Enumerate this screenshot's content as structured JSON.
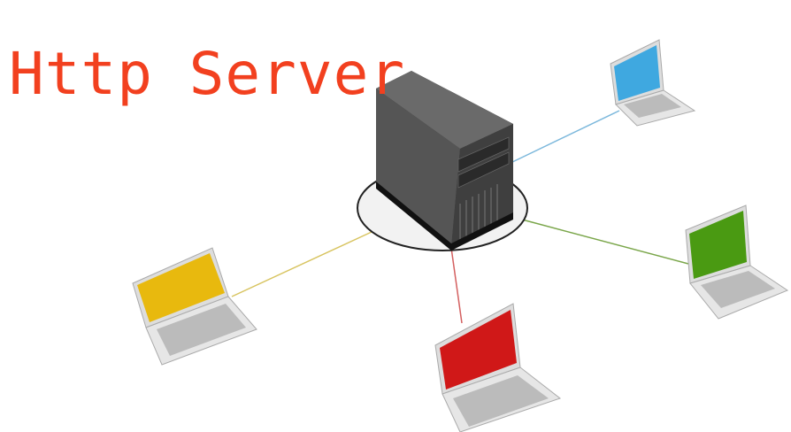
{
  "title": "Http Server",
  "colors": {
    "title": "#f2401f",
    "server": "#4a4a4a",
    "blue": "#3fa8e0",
    "green": "#4a9a12",
    "red": "#d01818",
    "yellow": "#e8b90e"
  },
  "laptops": [
    {
      "name": "laptop-blue",
      "color_key": "blue"
    },
    {
      "name": "laptop-green",
      "color_key": "green"
    },
    {
      "name": "laptop-red",
      "color_key": "red"
    },
    {
      "name": "laptop-yellow",
      "color_key": "yellow"
    }
  ]
}
